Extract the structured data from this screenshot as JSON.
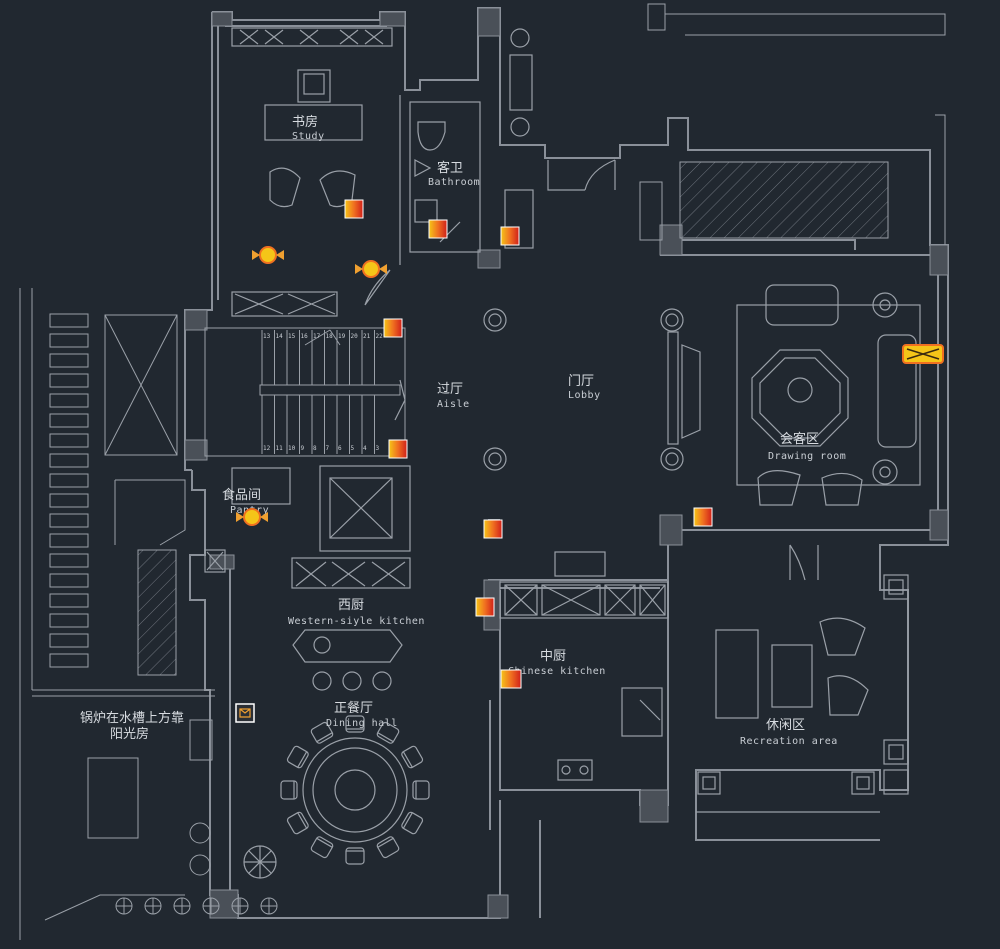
{
  "colors": {
    "background": "#212830",
    "wall": "#8a9099",
    "wall_fill": "#4a5058",
    "line": "#9aa0a8",
    "thin": "#6f757e",
    "text": "#d7dbe0",
    "marker_orange": "#f0a030",
    "marker_red": "#e02a1c",
    "marker_yellow": "#f5c518"
  },
  "rooms": {
    "study": {
      "cn": "书房",
      "en": "Study"
    },
    "bathroom": {
      "cn": "客卫",
      "en": "Bathroom"
    },
    "aisle": {
      "cn": "过厅",
      "en": "Aisle"
    },
    "lobby": {
      "cn": "门厅",
      "en": "Lobby"
    },
    "drawing_room": {
      "cn": "会客区",
      "en": "Drawing room"
    },
    "pantry": {
      "cn": "食品间",
      "en": "Pantry"
    },
    "western_kitchen": {
      "cn": "西厨",
      "en": "Western-siyle kitchen"
    },
    "chinese_kitchen": {
      "cn": "中厨",
      "en": "Chinese kitchen"
    },
    "dining_hall": {
      "cn": "正餐厅",
      "en": "Dining hall"
    },
    "recreation": {
      "cn": "休闲区",
      "en": "Recreation area"
    },
    "sunroom": {
      "cn": "锅炉在水槽上方靠",
      "cn2": "阳光房"
    }
  },
  "stair_numbers_top": [
    "13",
    "14",
    "15",
    "16",
    "17",
    "18",
    "19",
    "20",
    "21",
    "22"
  ],
  "stair_numbers_bottom": [
    "12",
    "11",
    "10",
    "9",
    "8",
    "7",
    "6",
    "5",
    "4",
    "3"
  ],
  "marker_icons": [
    "heater-icon",
    "lamp-icon",
    "radiator-icon",
    "mail-icon"
  ]
}
